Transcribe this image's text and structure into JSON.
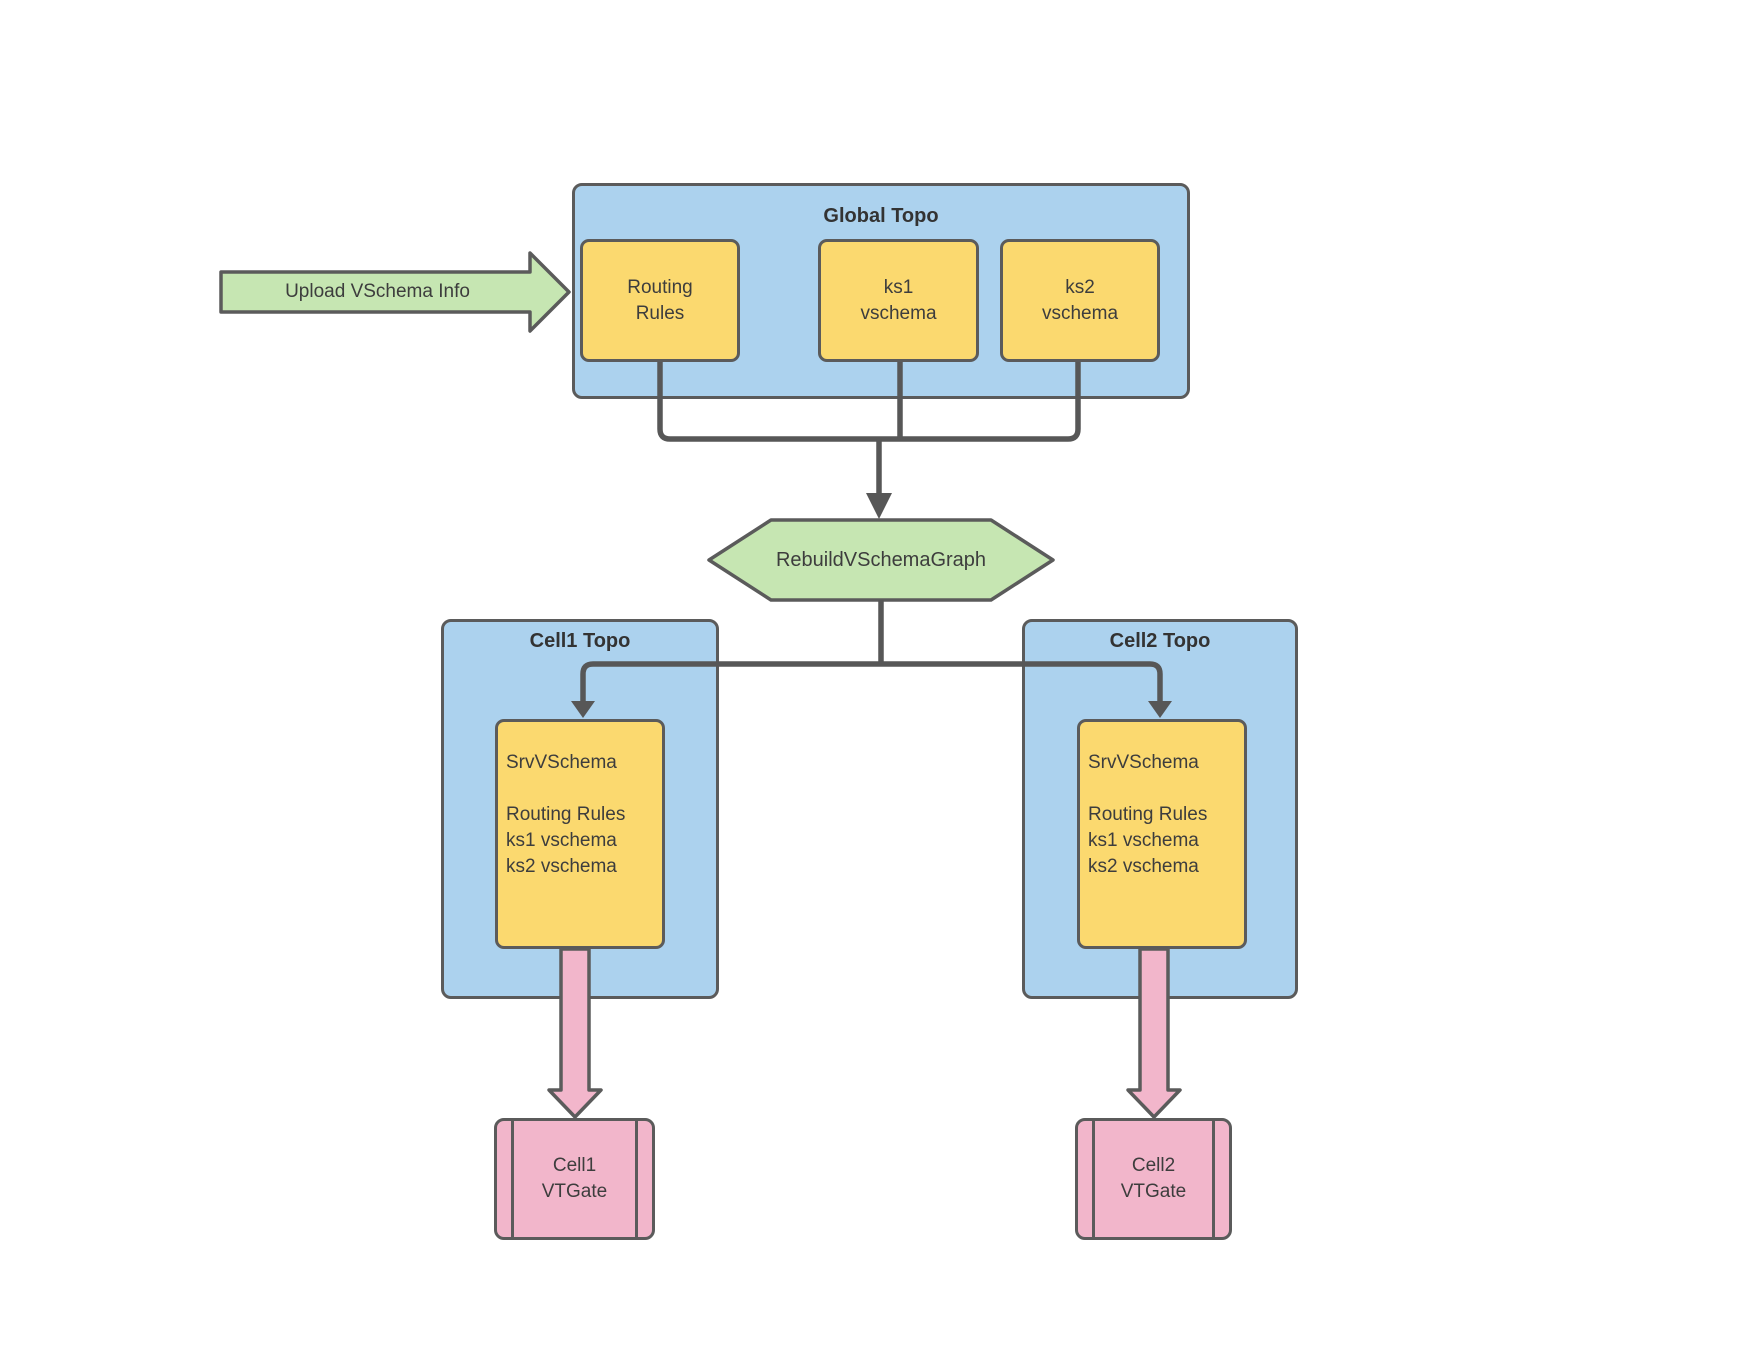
{
  "diagram": {
    "upload_arrow": {
      "label": "Upload VSchema Info"
    },
    "global_topo": {
      "title": "Global Topo",
      "stores": [
        {
          "lines": [
            "Routing",
            "Rules"
          ]
        },
        {
          "lines": [
            "ks1",
            "vschema"
          ]
        },
        {
          "lines": [
            "ks2",
            "vschema"
          ]
        }
      ]
    },
    "rebuild_step": {
      "label": "RebuildVSchemaGraph"
    },
    "cells": [
      {
        "title": "Cell1 Topo",
        "srv_vschema": {
          "title": "SrvVSchema",
          "items": [
            "Routing Rules",
            "ks1 vschema",
            "ks2 vschema"
          ]
        },
        "vtgate": {
          "lines": [
            "Cell1",
            "VTGate"
          ]
        }
      },
      {
        "title": "Cell2 Topo",
        "srv_vschema": {
          "title": "SrvVSchema",
          "items": [
            "Routing Rules",
            "ks1 vschema",
            "ks2 vschema"
          ]
        },
        "vtgate": {
          "lines": [
            "Cell2",
            "VTGate"
          ]
        }
      }
    ],
    "colors": {
      "container_blue": "#acd2ee",
      "store_yellow": "#fbd96f",
      "action_green": "#c6e6b2",
      "vtgate_pink": "#f2b6cb",
      "border_gray": "#5b5b5b",
      "connector_gray": "#575757",
      "text_dark": "#3d3d3d"
    }
  }
}
